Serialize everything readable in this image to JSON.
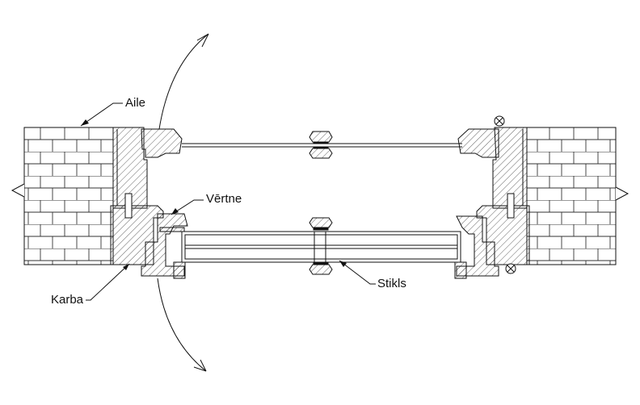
{
  "labels": {
    "aile": "Aile",
    "vertne": "Vērtne",
    "karba": "Karba",
    "stikls": "Stikls"
  },
  "colors": {
    "line": "#111111",
    "background": "#ffffff"
  }
}
